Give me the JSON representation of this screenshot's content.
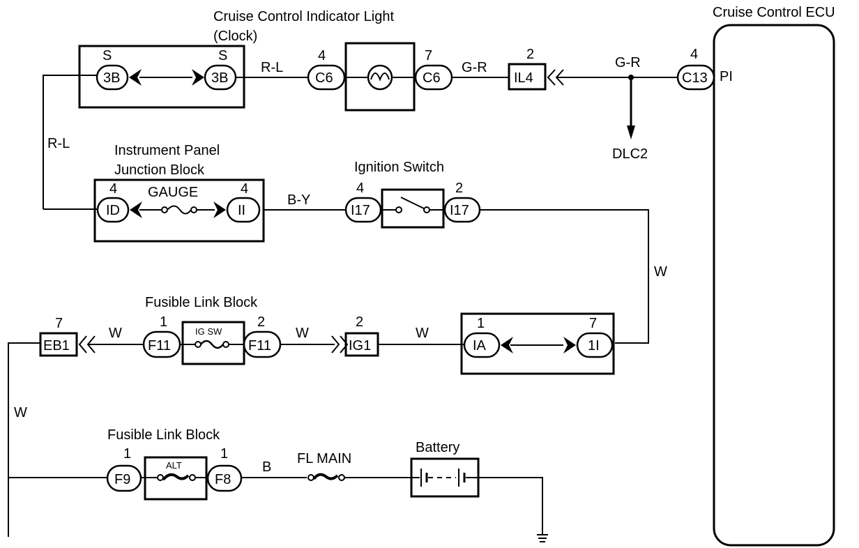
{
  "diagram": {
    "components": {
      "cruise_ecu": "Cruise Control ECU",
      "indicator": "Cruise Control Indicator Light",
      "indicator_sub": "(Clock)",
      "ip_jb_line1": "Instrument Panel",
      "ip_jb_line2": "Junction Block",
      "gauge": "GAUGE",
      "ignition_switch": "Ignition Switch",
      "fl_block_1": "Fusible Link Block",
      "ig_sw": "IG SW",
      "fl_block_2": "Fusible Link Block",
      "alt": "ALT",
      "fl_main": "FL MAIN",
      "battery": "Battery",
      "dlc2": "DLC2",
      "ecu_pin": "PI"
    },
    "connectors": {
      "c3b_left": {
        "id": "3B",
        "pin": "S"
      },
      "c3b_right": {
        "id": "3B",
        "pin": "S"
      },
      "c6_left": {
        "id": "C6",
        "pin": "4"
      },
      "c6_right": {
        "id": "C6",
        "pin": "7"
      },
      "il4": {
        "id": "IL4",
        "pin": "2"
      },
      "c13": {
        "id": "C13",
        "pin": "4"
      },
      "id": {
        "id": "ID",
        "pin": "4"
      },
      "ii": {
        "id": "II",
        "pin": "4"
      },
      "i17_left": {
        "id": "I17",
        "pin": "4"
      },
      "i17_right": {
        "id": "I17",
        "pin": "2"
      },
      "eb1": {
        "id": "EB1",
        "pin": "7"
      },
      "f11_left": {
        "id": "F11",
        "pin": "1"
      },
      "f11_right": {
        "id": "F11",
        "pin": "2"
      },
      "ig1": {
        "id": "IG1",
        "pin": "2"
      },
      "ia": {
        "id": "IA",
        "pin": "1"
      },
      "1i": {
        "id": "1I",
        "pin": "7"
      },
      "f9": {
        "id": "F9",
        "pin": "1"
      },
      "f8": {
        "id": "F8",
        "pin": "1"
      }
    },
    "wires": {
      "rl_top": "R-L",
      "rl_side": "R-L",
      "gr_1": "G-R",
      "gr_2": "G-R",
      "by": "B-Y",
      "w_right": "W",
      "w_eb1": "W",
      "w_f11": "W",
      "w_ig1": "W",
      "w_left": "W",
      "b": "B"
    }
  }
}
